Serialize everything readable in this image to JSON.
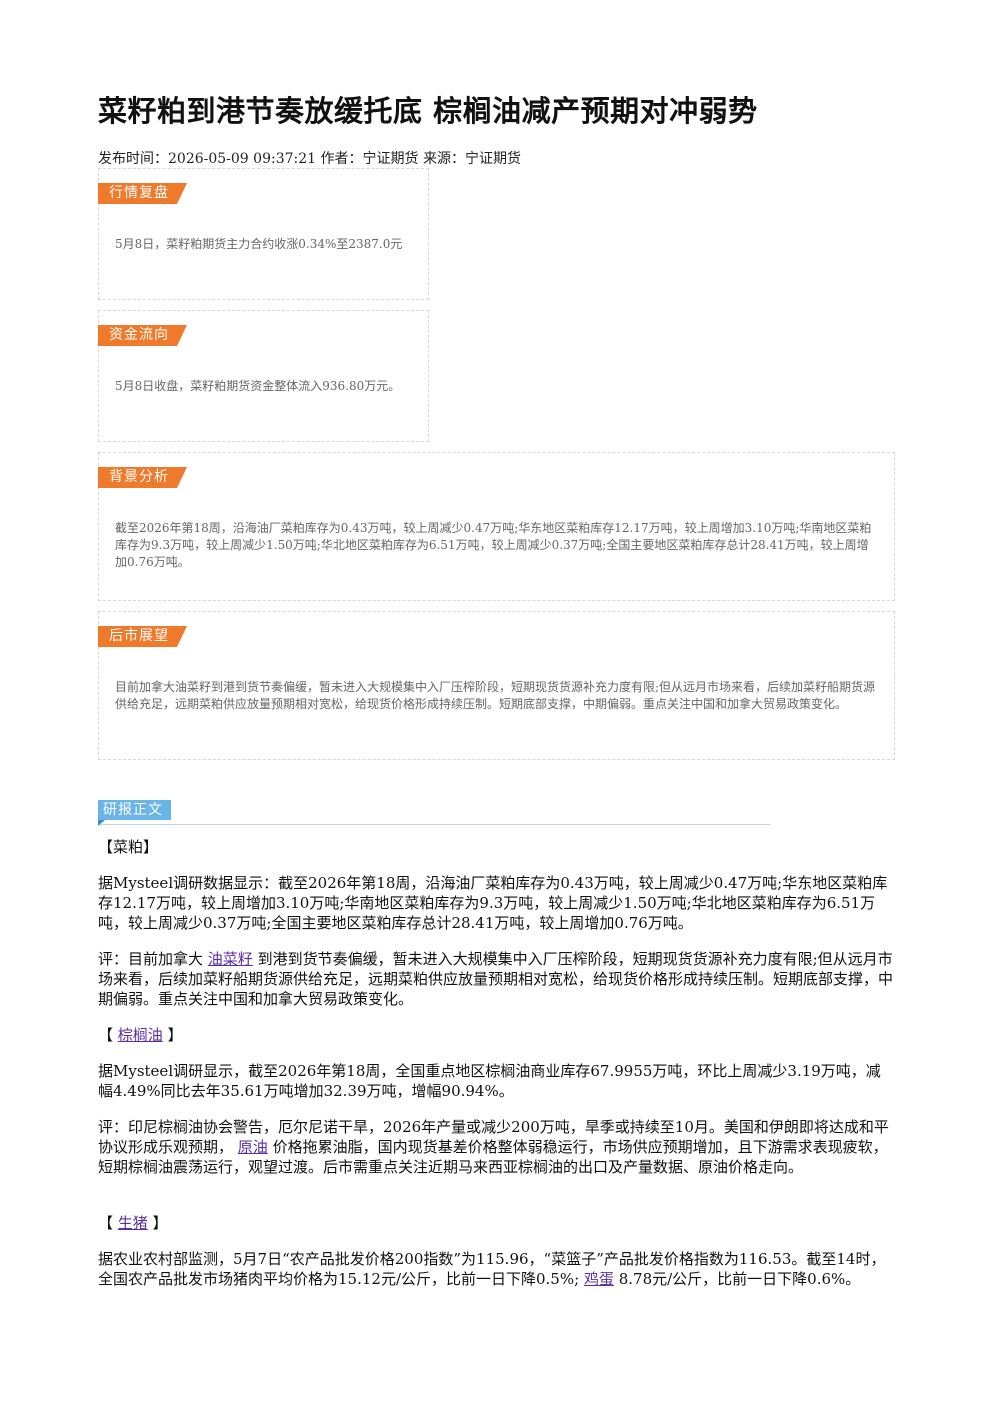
{
  "article": {
    "title": "菜籽粕到港节奏放缓托底 棕榈油减产预期对冲弱势",
    "meta": "发布时间：2026-05-09 09:37:21 作者：宁证期货 来源：宁证期货"
  },
  "cards": {
    "market": {
      "tag": "行情复盘",
      "text": "5月8日，菜籽粕期货主力合约收涨0.34%至2387.0元"
    },
    "fund": {
      "tag": "资金流向",
      "text": "5月8日收盘，菜籽粕期货资金整体流入936.80万元。"
    },
    "background": {
      "tag": "背景分析",
      "text": "截至2026年第18周，沿海油厂菜粕库存为0.43万吨，较上周减少0.47万吨;华东地区菜粕库存12.17万吨，较上周增加3.10万吨;华南地区菜粕库存为9.3万吨，较上周减少1.50万吨;华北地区菜粕库存为6.51万吨，较上周减少0.37万吨;全国主要地区菜粕库存总计28.41万吨，较上周增加0.76万吨。"
    },
    "outlook": {
      "tag": "后市展望",
      "text": "目前加拿大油菜籽到港到货节奏偏缓，暂未进入大规模集中入厂压榨阶段，短期现货货源补充力度有限;但从远月市场来看，后续加菜籽船期货源供给充足，远期菜粕供应放量预期相对宽松，给现货价格形成持续压制。短期底部支撑，中期偏弱。重点关注中国和加拿大贸易政策变化。"
    }
  },
  "report": {
    "tag": "研报正文",
    "meal_heading": "【菜粕】",
    "meal_data": "据Mysteel调研数据显示：截至2026年第18周，沿海油厂菜粕库存为0.43万吨，较上周减少0.47万吨;华东地区菜粕库存12.17万吨，较上周增加3.10万吨;华南地区菜粕库存为9.3万吨，较上周减少1.50万吨;华北地区菜粕库存为6.51万吨，较上周减少0.37万吨;全国主要地区菜粕库存总计28.41万吨，较上周增加0.76万吨。",
    "meal_comment_pre": "评：目前加拿大 ",
    "meal_comment_link": "油菜籽",
    "meal_comment_post": " 到港到货节奏偏缓，暂未进入大规模集中入厂压榨阶段，短期现货货源补充力度有限;但从远月市场来看，后续加菜籽船期货源供给充足，远期菜粕供应放量预期相对宽松，给现货价格形成持续压制。短期底部支撑，中期偏弱。重点关注中国和加拿大贸易政策变化。",
    "palm_heading_pre": "【 ",
    "palm_heading_link": "棕榈油",
    "palm_heading_post": " 】",
    "palm_data": "据Mysteel调研显示，截至2026年第18周，全国重点地区棕榈油商业库存67.9955万吨，环比上周减少3.19万吨，减幅4.49%同比去年35.61万吨增加32.39万吨，增幅90.94%。",
    "palm_comment_pre": "评：印尼棕榈油协会警告，厄尔尼诺干旱，2026年产量或减少200万吨，旱季或持续至10月。美国和伊朗即将达成和平协议形成乐观预期， ",
    "palm_comment_link": "原油",
    "palm_comment_post": " 价格拖累油脂，国内现货基差价格整体弱稳运行，市场供应预期增加，且下游需求表现疲软，短期棕榈油震荡运行，观望过渡。后市需重点关注近期马来西亚棕榈油的出口及产量数据、原油价格走向。",
    "hog_heading_pre": "【 ",
    "hog_heading_link": "生猪",
    "hog_heading_post": " 】",
    "hog_data_pre": "据农业农村部监测，5月7日“农产品批发价格200指数”为115.96，“菜篮子”产品批发价格指数为116.53。截至14时，全国农产品批发市场猪肉平均价格为15.12元/公斤，比前一日下降0.5%; ",
    "hog_data_link": "鸡蛋",
    "hog_data_post": " 8.78元/公斤，比前一日下降0.6%。"
  }
}
